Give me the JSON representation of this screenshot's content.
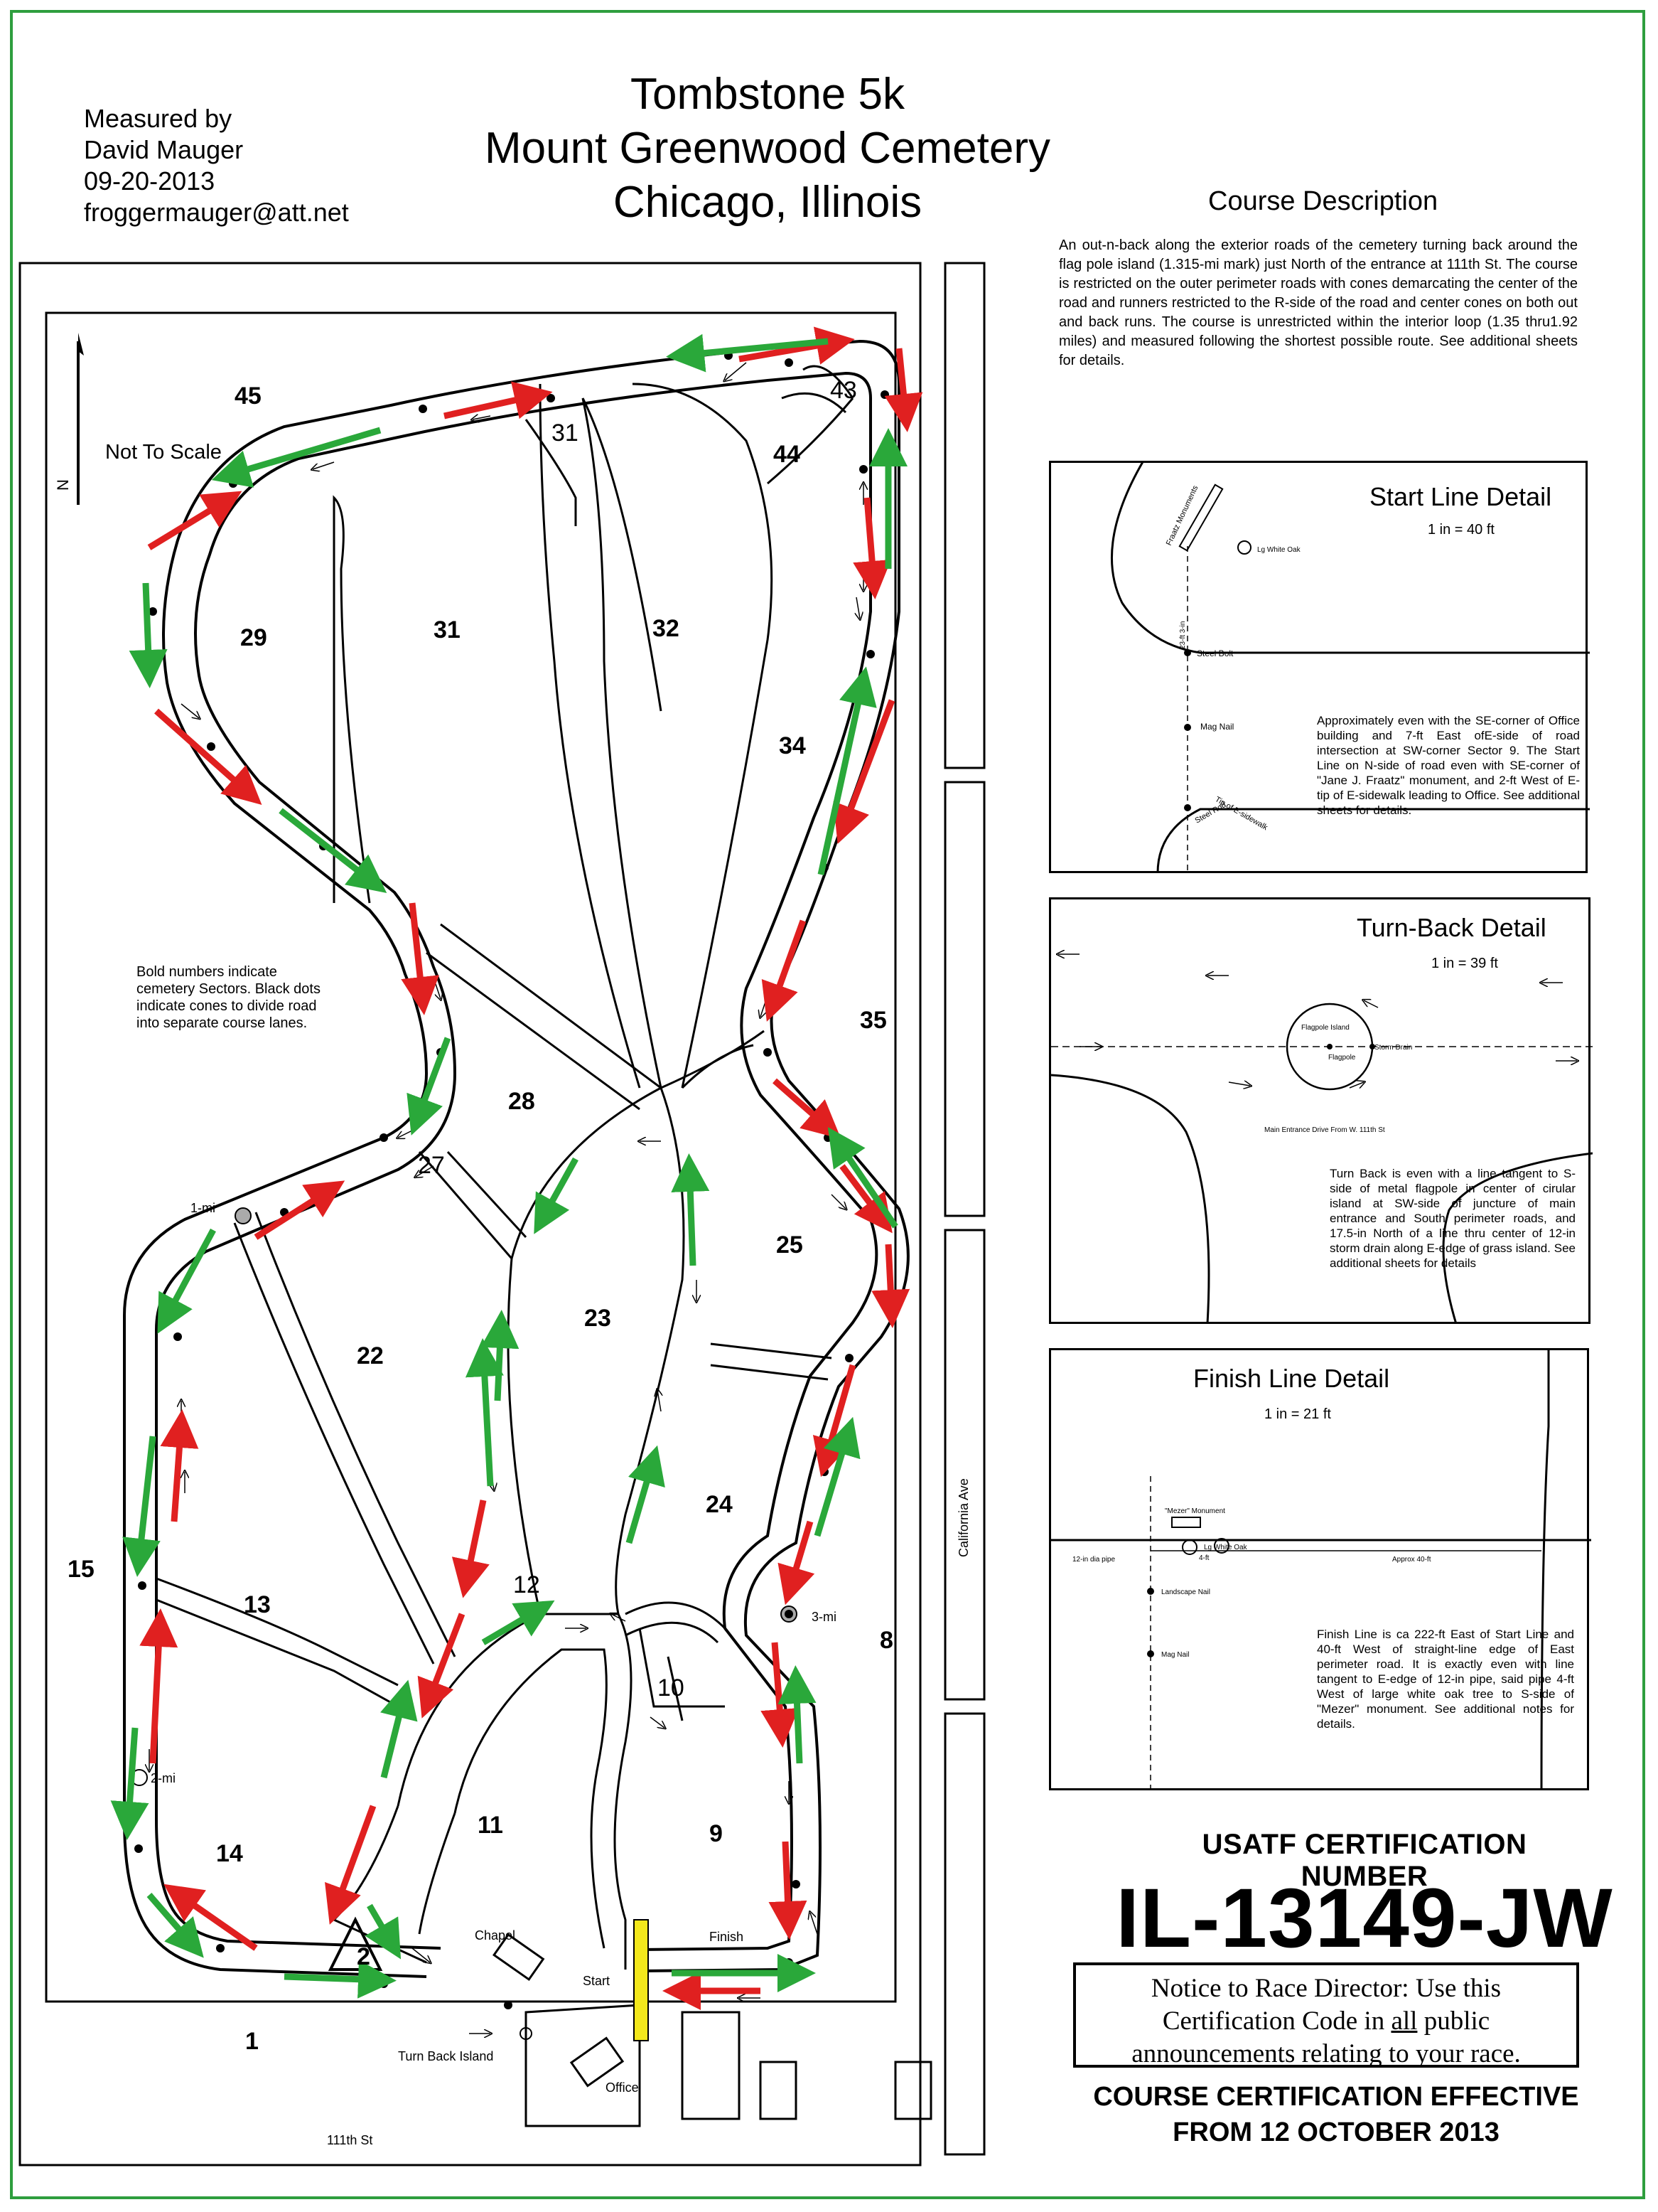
{
  "measured_by": {
    "line1": "Measured by",
    "line2": "David Mauger",
    "line3": "09-20-2013",
    "line4": "froggermauger@att.net"
  },
  "title": {
    "line1": "Tombstone 5k",
    "line2": "Mount Greenwood Cemetery",
    "line3": "Chicago, Illinois"
  },
  "course_description": {
    "heading": "Course Description",
    "text": "An out-n-back along the exterior roads of the cemetery turning back around the flag pole island (1.315-mi mark) just North of the entrance at 111th St. The course is restricted on the outer perimeter roads with cones demarcating the center of the road and runners restricted to the R-side of the road and center cones on both out and back runs. The course is unrestricted within the interior loop (1.35 thru1.92 miles) and measured following the shortest possible route. See additional sheets for details."
  },
  "map": {
    "not_to_scale": "Not To Scale",
    "north": "N",
    "legend_note": "Bold numbers indicate cemetery Sectors. Black dots indicate cones to divide road into separate course lanes.",
    "sectors": [
      "45",
      "29",
      "31",
      "32",
      "44",
      "43",
      "34",
      "35",
      "28",
      "25",
      "23",
      "22",
      "24",
      "13",
      "15",
      "12",
      "14",
      "11",
      "9",
      "8",
      "1",
      "2",
      "27",
      "31",
      "10"
    ],
    "mile_1": "1-mi",
    "mile_2": "2-mi",
    "mile_3": "3-mi",
    "chapel": "Chapel",
    "start": "Start",
    "finish": "Finish",
    "office": "Office",
    "turn_back_island": "Turn Back Island",
    "street_111": "111th St",
    "california_ave": "California Ave"
  },
  "start_detail": {
    "title": "Start Line Detail",
    "scale": "1 in = 40 ft",
    "labels": [
      "Fraatz Monuments",
      "Lg White Oak",
      "23-ft 3-in",
      "Steel Bolt",
      "Mag Nail",
      "Tip of E-sidewalk",
      "Steel Rod"
    ],
    "note": "Approximately even with the SE-corner of Office building and 7-ft East ofE-side of road intersection at SW-corner Sector 9. The Start Line on N-side of road even with SE-corner of \"Jane J. Fraatz\" monument, and 2-ft West of E-tip of E-sidewalk leading to Office. See additional sheets for details."
  },
  "turnback_detail": {
    "title": "Turn-Back Detail",
    "scale": "1 in = 39 ft",
    "labels": [
      "Flagpole Island",
      "Flagpole",
      "Storm Drain",
      "Main Entrance Drive From W. 111th St"
    ],
    "note": "Turn Back is even with a line tangent to S-side of metal flagpole in center of cirular island at SW-side of juncture of main entrance and South perimeter roads, and 17.5-in North of a line thru center of 12-in storm drain along E-edge of grass island. See additional sheets for details"
  },
  "finish_detail": {
    "title": "Finish Line Detail",
    "scale": "1 in = 21 ft",
    "labels": [
      "\"Mezer\" Monument",
      "Lg White Oak",
      "12-in dia pipe",
      "4-ft",
      "Approx 40-ft",
      "Landscape Nail",
      "Mag Nail"
    ],
    "note": "Finish Line is ca 222-ft East of Start Line and 40-ft West of straight-line edge of East perimeter road. It is exactly even with line tangent to E-edge of 12-in pipe, said pipe 4-ft West of large white oak tree to S-side of \"Mezer\" monument. See additional notes for details."
  },
  "certification": {
    "label": "USATF CERTIFICATION NUMBER",
    "number": "IL-13149-JW",
    "notice_line1": "Notice to Race Director: Use this",
    "notice_line2_pre": "Certification Code in ",
    "notice_line2_em": "all",
    "notice_line2_post": " public",
    "notice_line3": "announcements relating to your race.",
    "effective_line1": "COURSE CERTIFICATION EFFECTIVE",
    "effective_line2": "FROM 12 OCTOBER 2013"
  },
  "colors": {
    "border_green": "#2e9e3e",
    "out_arrow_red": "#e02020",
    "back_arrow_green": "#2aa83a",
    "start_marker_yellow": "#f3e81c"
  }
}
